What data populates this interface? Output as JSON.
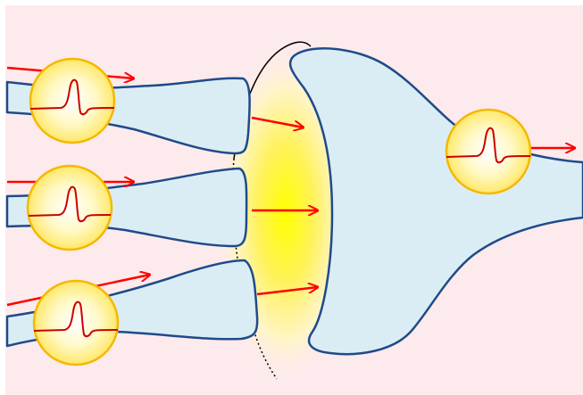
{
  "diagram": {
    "colors": {
      "background": "#fdeaec",
      "neuron_fill": "#dbedf4",
      "neuron_outline": "#1e4b8a",
      "signal_arrow": "#ff0000",
      "spike_trace": "#cc0000",
      "bubble_outline": "#f5b800",
      "glow_center": "#ffff00"
    },
    "inputs": [
      {
        "id": "input-1",
        "icon": "action-potential-spike-icon"
      },
      {
        "id": "input-2",
        "icon": "action-potential-spike-icon"
      },
      {
        "id": "input-3",
        "icon": "action-potential-spike-icon"
      }
    ],
    "output": {
      "id": "output",
      "icon": "action-potential-spike-icon"
    },
    "synaptic_cleft": {
      "icon": "integration-glow",
      "arrows": 3
    }
  }
}
